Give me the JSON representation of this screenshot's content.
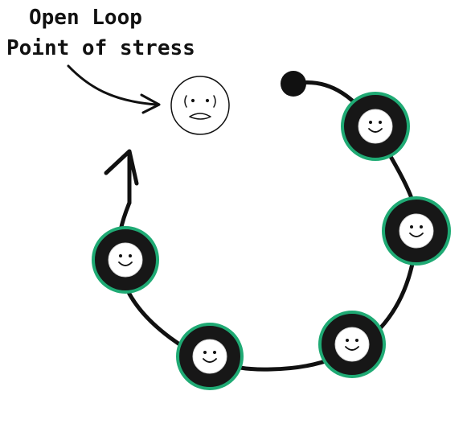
{
  "title": {
    "line1": "Open Loop",
    "line2": "Point of stress"
  },
  "colors": {
    "ink": "#111111",
    "ring": "#1faa74",
    "face_fill": "#ffffff",
    "node_fill": "#171717"
  },
  "icons": {
    "stress_face": "sad-face-icon",
    "happy_face": "smiley-face-icon",
    "start_dot": "start-point-icon",
    "arrow": "arrow-icon"
  },
  "nodes": [
    {
      "label": "",
      "mood": "happy"
    },
    {
      "label": "",
      "mood": "happy"
    },
    {
      "label": "",
      "mood": "happy"
    },
    {
      "label": "",
      "mood": "happy"
    },
    {
      "label": "",
      "mood": "happy"
    }
  ]
}
